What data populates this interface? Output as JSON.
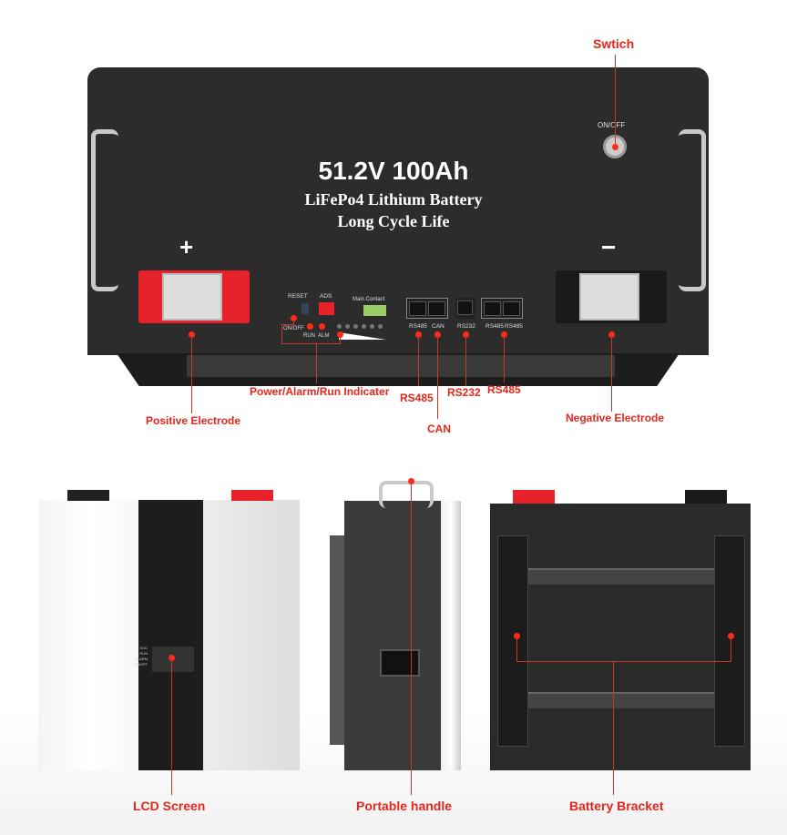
{
  "front": {
    "title": "51.2V 100Ah",
    "subtitle1": "LiFePo4 Lithium Battery",
    "subtitle2": "Long Cycle Life",
    "plus": "+",
    "minus": "−",
    "onoff_top": "ON/OFF",
    "reset": "RESET",
    "ads": "ADS",
    "main_contact": "Main Contact",
    "onoff": "ON/OFF",
    "run": "RUN",
    "alm": "ALM",
    "ports": [
      "RS485",
      "CAN",
      "RS232",
      "RS485",
      "RS485"
    ]
  },
  "callouts": {
    "switch": "Swtich",
    "positive": "Positive Electrode",
    "indicator": "Power/Alarm/Run Indicater",
    "rs485a": "RS485",
    "can": "CAN",
    "rs232": "RS232",
    "rs485b": "RS485",
    "negative": "Negative Electrode",
    "lcd": "LCD Screen",
    "handle": "Portable handle",
    "bracket": "Battery Bracket"
  },
  "lcd_leds": [
    "SOC",
    "RUN",
    "ALARM",
    "ON/OFF"
  ],
  "colors": {
    "accent": "#e4261c",
    "panel": "#2b2b2b",
    "terminal_red": "#e8222a"
  }
}
